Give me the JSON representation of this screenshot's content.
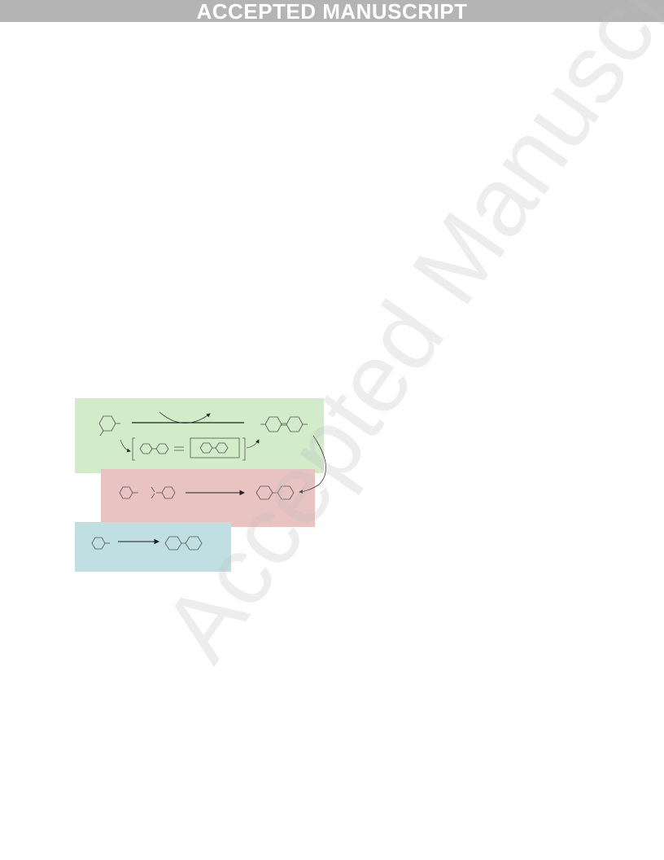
{
  "header": {
    "banner_text": "ACCEPTED MANUSCRIPT"
  },
  "watermark": {
    "text": "Accepted Manuscript"
  },
  "colors": {
    "banner_bg": "#b4b4b4",
    "green_panel": "#d2ebc8",
    "red_panel": "#e9c2c2",
    "blue_panel": "#bfdfe2",
    "bond_line": "#555555"
  },
  "scheme": {
    "panels": [
      "green-panel",
      "red-panel",
      "blue-panel"
    ],
    "equilibrium_symbol": "⇌"
  }
}
